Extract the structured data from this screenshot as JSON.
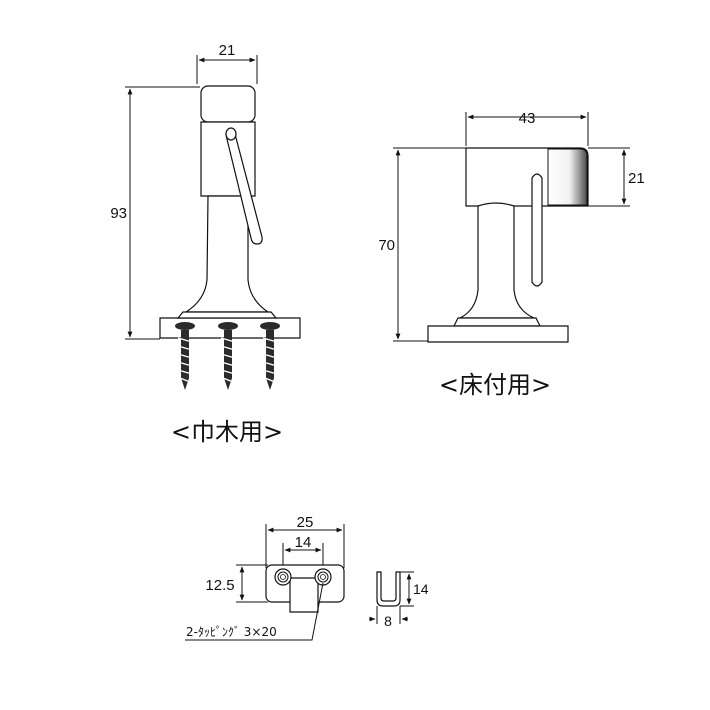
{
  "skirting_view": {
    "caption": "<巾木用>",
    "width_dim": "21",
    "height_dim": "93"
  },
  "floor_view": {
    "caption": "<床付用>",
    "width_dim": "43",
    "top_dim": "21",
    "height_dim": "70"
  },
  "hook_view": {
    "overall_dim": "25",
    "pitch_dim": "14",
    "height_dim": "12.5",
    "screw_callout": "2-ﾀｯﾋﾟﾝｸﾞ 3×20"
  },
  "clip_view": {
    "height_dim": "14",
    "width_dim": "8"
  }
}
